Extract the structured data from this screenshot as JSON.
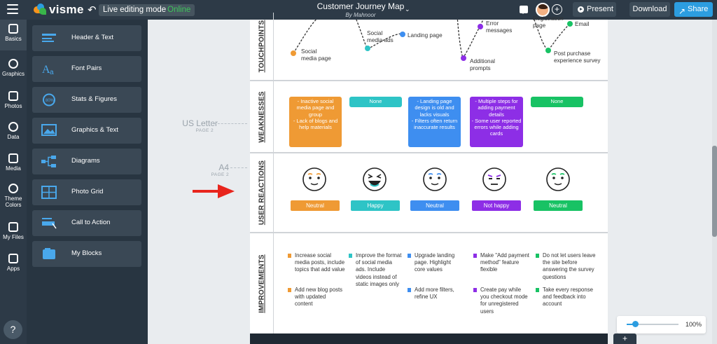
{
  "app": {
    "name": "visme",
    "mode_label": "Live editing mode",
    "mode_status": "Online",
    "doc_title": "Customer Journey Map",
    "doc_author": "By Mahnoor",
    "present": "Present",
    "download": "Download",
    "share": "Share"
  },
  "rail": [
    {
      "label": "Basics",
      "active": true
    },
    {
      "label": "Graphics"
    },
    {
      "label": "Photos"
    },
    {
      "label": "Data"
    },
    {
      "label": "Media"
    },
    {
      "label": "Theme Colors"
    },
    {
      "label": "My Files"
    },
    {
      "label": "Apps"
    }
  ],
  "help": "?",
  "panel": [
    "Header & Text",
    "Font Pairs",
    "Stats & Figures",
    "Graphics & Text",
    "Diagrams",
    "Photo Grid",
    "Call to Action",
    "My Blocks"
  ],
  "page_hints": [
    {
      "name": "US Letter",
      "sub": "PAGE 2"
    },
    {
      "name": "A4",
      "sub": "PAGE 2"
    }
  ],
  "sections": {
    "touchpoints": "TOUCHPOINTS",
    "weaknesses": "WEAKNESSES",
    "reactions": "USER REACTIONS",
    "improvements": "IMPROVEMENTS"
  },
  "colors": {
    "orange": "#ef9a34",
    "teal": "#2ec4c6",
    "blue": "#3e8ef0",
    "purple": "#8d2ee6",
    "green": "#18c264",
    "arrow": "#e8251d",
    "topbar": "#2d3a47",
    "share": "#2c9de0"
  },
  "touchpoints": [
    {
      "text": "Social\nmedia page",
      "color": "#ef9a34"
    },
    {
      "text": "Social\nmedia ads",
      "color": "#2ec4c6"
    },
    {
      "text": "Landing page",
      "color": "#3e8ef0"
    },
    {
      "text": "Error\nmessages",
      "color": "#8d2ee6"
    },
    {
      "text": "Additional\nprompts",
      "color": "#8d2ee6"
    },
    {
      "text": "Registration\npage",
      "color": "#18c264"
    },
    {
      "text": "Email",
      "color": "#18c264"
    },
    {
      "text": "Post purchase\nexperience survey",
      "color": "#18c264"
    }
  ],
  "weaknesses": [
    {
      "text": "- Inactive social media page and group\n- Lack of blogs and help materials",
      "color": "#ef9a34"
    },
    {
      "text": "None",
      "color": "#2ec4c6"
    },
    {
      "text": "- Landing page design is old and lacks visuals\n- Filters often return inaccurate results",
      "color": "#3e8ef0"
    },
    {
      "text": "- Multiple steps for adding payment details\n- Some user reported errors while adding cards",
      "color": "#8d2ee6"
    },
    {
      "text": "None",
      "color": "#18c264"
    }
  ],
  "reactions": [
    {
      "label": "Neutral",
      "color": "#ef9a34",
      "face": "neutral"
    },
    {
      "label": "Happy",
      "color": "#2ec4c6",
      "face": "happy"
    },
    {
      "label": "Neutral",
      "color": "#3e8ef0",
      "face": "neutral"
    },
    {
      "label": "Not happy",
      "color": "#8d2ee6",
      "face": "not-happy"
    },
    {
      "label": "Neutral",
      "color": "#18c264",
      "face": "neutral"
    }
  ],
  "improvements": [
    {
      "color": "#ef9a34",
      "items": [
        "Increase social media posts, include topics that add value",
        "Add new blog posts with updated content"
      ]
    },
    {
      "color": "#2ec4c6",
      "items": [
        "Improve the format of social media ads. Include videos instead of static images only"
      ]
    },
    {
      "color": "#3e8ef0",
      "items": [
        "Upgrade landing page. Highlight core values",
        "Add more filters, refine UX"
      ]
    },
    {
      "color": "#8d2ee6",
      "items": [
        "Make \"Add payment method\" feature flexible",
        "Create pay while you checkout mode for unregistered users"
      ]
    },
    {
      "color": "#18c264",
      "items": [
        "Do not let users leave the site before answering the survey questions",
        "Take every response and feedback into account"
      ]
    }
  ],
  "zoom": {
    "label": "100%",
    "level": 0.15
  },
  "add_page": "+"
}
